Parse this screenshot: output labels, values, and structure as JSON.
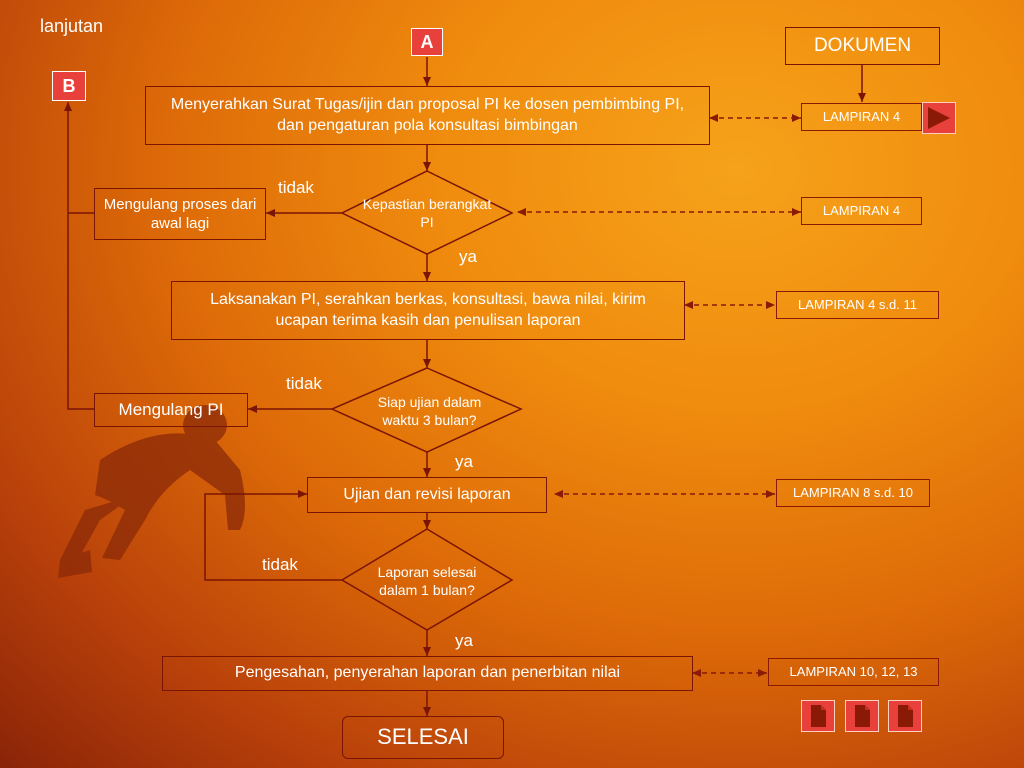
{
  "header": {
    "lanjutan": "lanjutan"
  },
  "markers": {
    "a": "A",
    "b": "B"
  },
  "dokumen": "DOKUMEN",
  "steps": {
    "s1": "Menyerahkan Surat Tugas/ijin dan proposal PI  ke dosen pembimbing PI, dan pengaturan pola konsultasi bimbingan",
    "s2": "Laksanakan PI, serahkan berkas, konsultasi, bawa nilai, kirim ucapan terima kasih dan penulisan laporan",
    "s3": "Ujian dan revisi laporan",
    "s4": "Pengesahan, penyerahan laporan dan penerbitan nilai",
    "end": "SELESAI"
  },
  "decisions": {
    "d1": "Kepastian berangkat PI",
    "d2": "Siap ujian dalam waktu 3 bulan?",
    "d3": "Laporan selesai dalam 1 bulan?"
  },
  "side_boxes": {
    "repeat_process": "Mengulang proses dari awal lagi",
    "repeat_pi": "Mengulang PI"
  },
  "branch_labels": {
    "no": "tidak",
    "yes": "ya"
  },
  "lampiran": {
    "l1": "LAMPIRAN 4",
    "l2": "LAMPIRAN 4",
    "l3": "LAMPIRAN 4 s.d. 11",
    "l4": "LAMPIRAN 8 s.d. 10",
    "l5": "LAMPIRAN 10, 12, 13"
  },
  "colors": {
    "accent": "#e8413c",
    "line": "#7a1404",
    "text": "#ffffff"
  }
}
